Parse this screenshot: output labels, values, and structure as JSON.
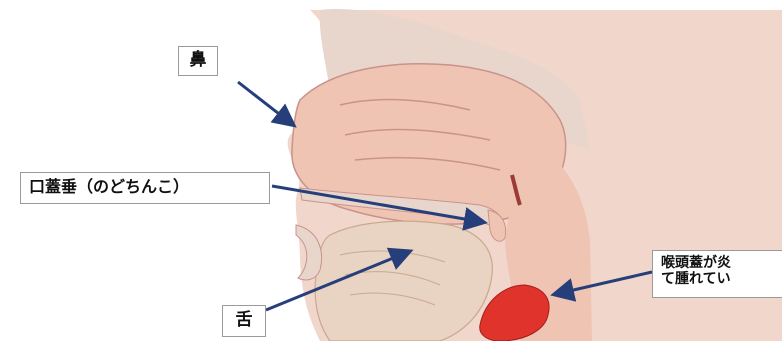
{
  "labels": {
    "nose": "鼻",
    "uvula": "口蓋垂（のどちんこ）",
    "tongue": "舌",
    "larynx_line1": "喉頭蓋が炎",
    "larynx_line2": "て腫れてい"
  },
  "colors": {
    "tissue": "#efc4b2",
    "tissue_dark": "#e0aa96",
    "outline": "#c9938a",
    "cavity": "#f3dcd2",
    "tongue": "#e9d3c2",
    "inflamed": "#e0332c",
    "arrow": "#263f7a"
  }
}
